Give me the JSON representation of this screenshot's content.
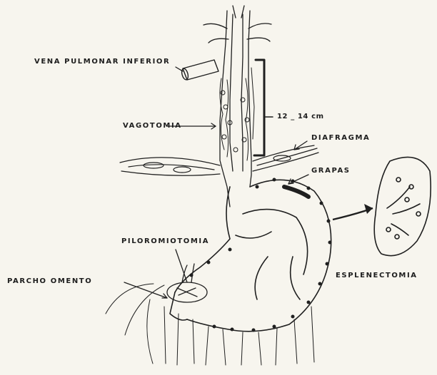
{
  "figure": {
    "labels": {
      "vena_pulmonar": "VENA PULMONAR INFERIOR",
      "vagotomia": "VAGOTOMIA",
      "measurement": "12 _ 14 cm",
      "diafragma": "DIAFRAGMA",
      "grapas": "GRAPAS",
      "piloromiotomia": "PILOROMIOTOMIA",
      "parcho_omento": "PARCHO OMENTO",
      "esplenectomia": "ESPLENECTOMIA"
    },
    "colors": {
      "ink": "#1f1f1f",
      "paper": "#f7f5ee"
    }
  }
}
